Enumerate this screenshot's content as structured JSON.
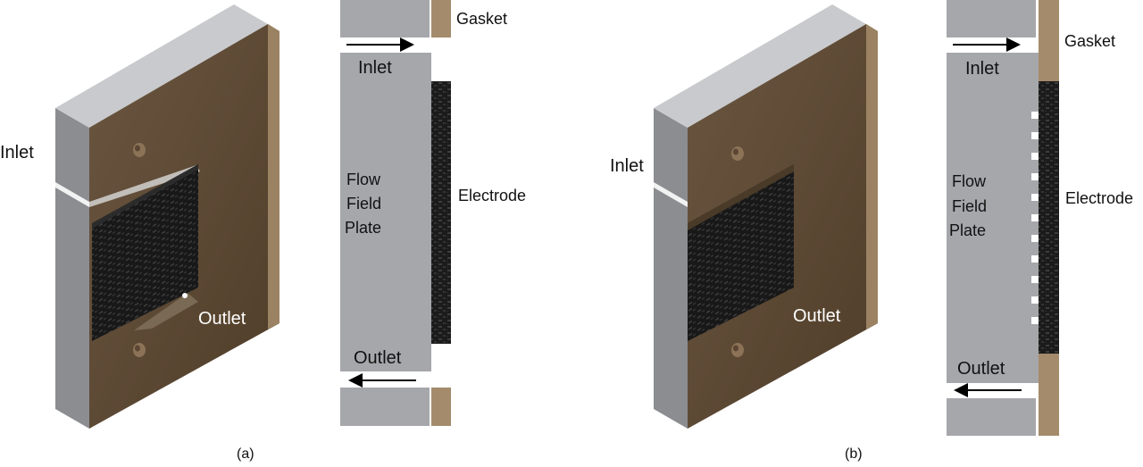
{
  "panels": [
    {
      "id": "a",
      "caption": "(a)",
      "iso_labels": {
        "inlet": "Inlet",
        "outlet": "Outlet"
      },
      "section_labels": {
        "gasket": "Gasket",
        "inlet": "Inlet",
        "plate_line1": "Flow",
        "plate_line2": "Field",
        "plate_line3": "Plate",
        "electrode": "Electrode",
        "outlet": "Outlet"
      }
    },
    {
      "id": "b",
      "caption": "(b)",
      "iso_labels": {
        "inlet": "Inlet",
        "outlet": "Outlet"
      },
      "section_labels": {
        "gasket": "Gasket",
        "inlet": "Inlet",
        "plate_line1": "Flow",
        "plate_line2": "Field",
        "plate_line3": "Plate",
        "electrode": "Electrode",
        "outlet": "Outlet"
      }
    }
  ],
  "colors": {
    "plate_gray": "#a6a7ab",
    "plate_dark": "#7d7f84",
    "plate_light": "#c4c5c9",
    "gasket_brown": "#5e4a33",
    "gasket_tan": "#a38b6b",
    "carbon_dark": "#1b1b1b"
  }
}
